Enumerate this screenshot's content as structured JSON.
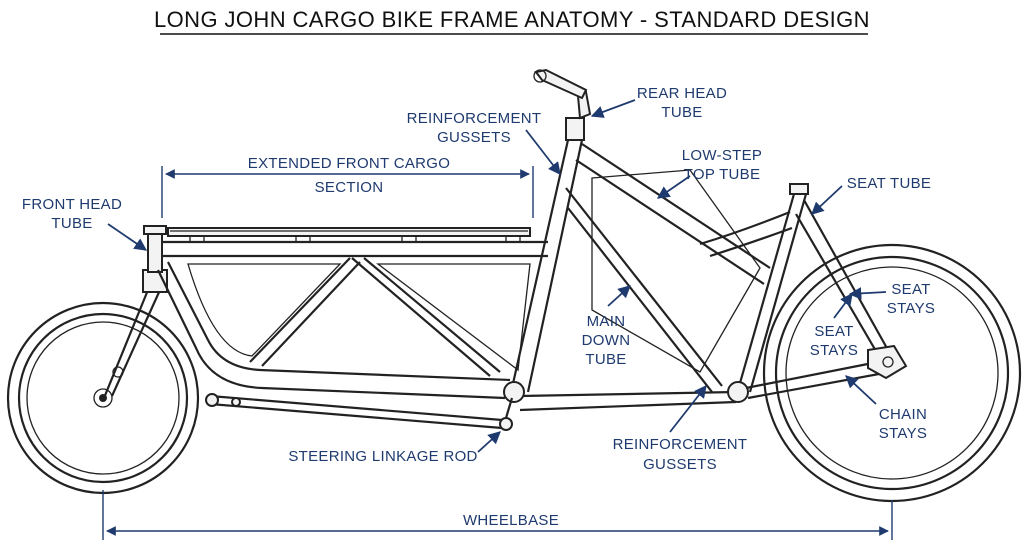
{
  "title": "LONG JOHN CARGO BIKE FRAME ANATOMY - STANDARD DESIGN",
  "labels": {
    "rear_head_tube_1": "REAR HEAD",
    "rear_head_tube_2": "TUBE",
    "reinf_top_1": "REINFORCEMENT",
    "reinf_top_2": "GUSSETS",
    "low_step_1": "LOW-STEP",
    "low_step_2": "TOP TUBE",
    "ext_cargo_1": "EXTENDED FRONT CARGO",
    "ext_cargo_2": "SECTION",
    "seat_tube": "SEAT TUBE",
    "front_head_1": "FRONT HEAD",
    "front_head_2": "TUBE",
    "seat_stays_r_1": "SEAT",
    "seat_stays_r_2": "STAYS",
    "seat_stays_l_1": "SEAT",
    "seat_stays_l_2": "STAYS",
    "main_down_1": "MAIN",
    "main_down_2": "DOWN",
    "main_down_3": "TUBE",
    "chain_stays_1": "CHAIN",
    "chain_stays_2": "STAYS",
    "reinf_bot_1": "REINFORCEMENT",
    "reinf_bot_2": "GUSSETS",
    "steering_rod": "STEERING LINKAGE ROD",
    "wheelbase": "WHEELBASE"
  },
  "colors": {
    "label": "#1e3a6e",
    "line": "#222222",
    "title": "#111111"
  }
}
